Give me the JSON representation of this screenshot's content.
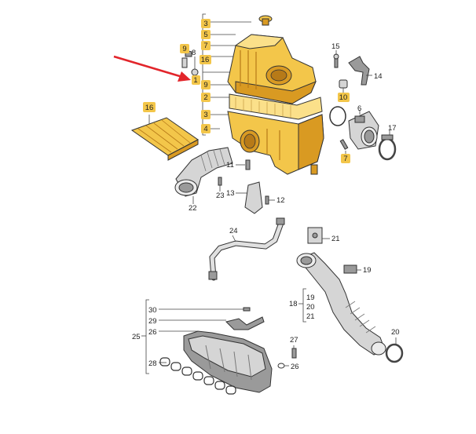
{
  "diagram": {
    "callouts": {
      "top_group": [
        "3",
        "5",
        "7",
        "16",
        "1",
        "9",
        "2",
        "3",
        "4"
      ],
      "screw_group": [
        "9",
        "8"
      ],
      "filter_label": "16",
      "right_top": [
        "15",
        "14",
        "10",
        "6",
        "17",
        "7"
      ],
      "middle": [
        "11",
        "23",
        "22",
        "13",
        "12"
      ],
      "pipe": [
        "24",
        "21",
        "19"
      ],
      "bracket18": {
        "main": "18",
        "subs": [
          "19",
          "20",
          "21"
        ]
      },
      "right_bottom": [
        "20"
      ],
      "manifold": {
        "main": "25",
        "subs": [
          "30",
          "29",
          "26"
        ],
        "seal": "28",
        "bolt": "27",
        "ring": "26"
      }
    },
    "colors": {
      "housing_yellow": "#f3c64a",
      "housing_dark": "#d99a22",
      "label_tag": "#f3c64a",
      "arrow_red": "#e2252b",
      "metal_gray": "#d5d5d5"
    }
  }
}
